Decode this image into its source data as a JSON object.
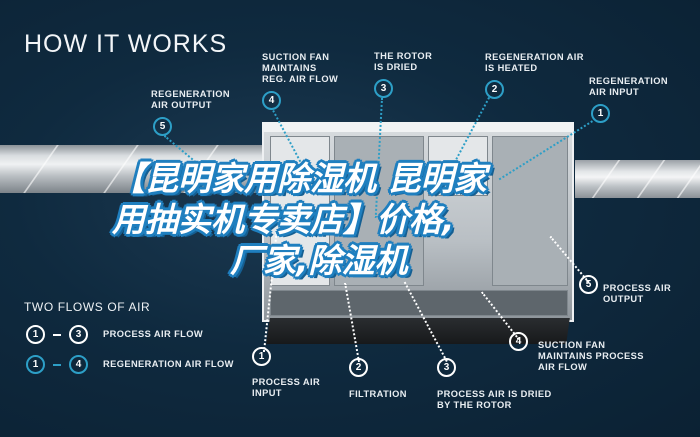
{
  "title": "HOW IT WORKS",
  "colors": {
    "background": "#0f2a3f",
    "accent_blue": "#2d9fc7",
    "overlay_text": "#ffffff",
    "overlay_outline": "#1f7fbf"
  },
  "top_callouts": [
    {
      "number": "5",
      "label": "REGENERATION\nAIR OUTPUT",
      "style": "blue"
    },
    {
      "number": "4",
      "label": "SUCTION FAN\nMAINTAINS\nREG. AIR FLOW",
      "style": "blue"
    },
    {
      "number": "3",
      "label": "THE ROTOR\nIS DRIED",
      "style": "blue"
    },
    {
      "number": "2",
      "label": "REGENERATION AIR\nIS HEATED",
      "style": "blue"
    },
    {
      "number": "1",
      "label": "REGENERATION\nAIR INPUT",
      "style": "blue"
    }
  ],
  "bottom_callouts": [
    {
      "number": "1",
      "label": "PROCESS AIR\nINPUT",
      "style": "white"
    },
    {
      "number": "2",
      "label": "FILTRATION",
      "style": "white"
    },
    {
      "number": "3",
      "label": "PROCESS AIR IS DRIED\nBY THE ROTOR",
      "style": "white"
    },
    {
      "number": "4",
      "label": "SUCTION FAN\nMAINTAINS PROCESS\nAIR FLOW",
      "style": "white"
    },
    {
      "number": "5",
      "label": "PROCESS AIR\nOUTPUT",
      "style": "white"
    }
  ],
  "legend": {
    "title": "TWO FLOWS OF AIR",
    "rows": [
      {
        "from": "1",
        "to": "3",
        "label": "PROCESS AIR FLOW",
        "style": "white"
      },
      {
        "from": "1",
        "to": "4",
        "label": "REGENERATION AIR FLOW",
        "style": "blue"
      }
    ]
  },
  "overlay_text": {
    "line1": "【昆明家用除湿机  昆明家",
    "line2": "用抽实机专卖店】价格,",
    "line3": "厂家,除湿机"
  }
}
